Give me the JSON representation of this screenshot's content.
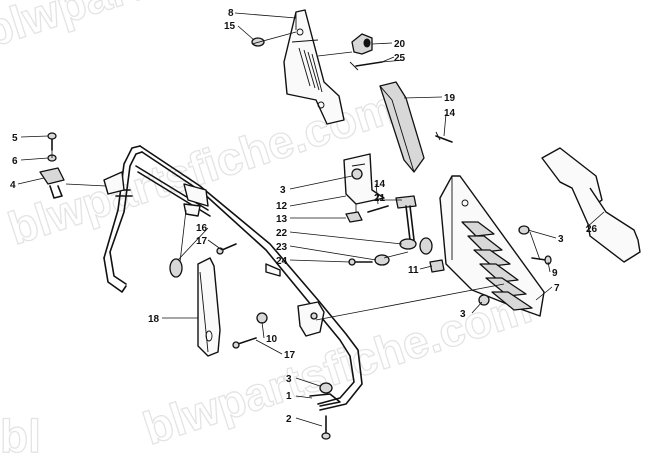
{
  "watermark": "blwpartsfiche.com",
  "watermark_partial": "bl",
  "callouts": [
    "8",
    "15",
    "20",
    "25",
    "19",
    "14",
    "5",
    "6",
    "4",
    "3",
    "12",
    "14",
    "21",
    "13",
    "22",
    "23",
    "24",
    "16",
    "17",
    "11",
    "26",
    "3",
    "9",
    "7",
    "18",
    "10",
    "17",
    "3",
    "3",
    "1",
    "2"
  ]
}
